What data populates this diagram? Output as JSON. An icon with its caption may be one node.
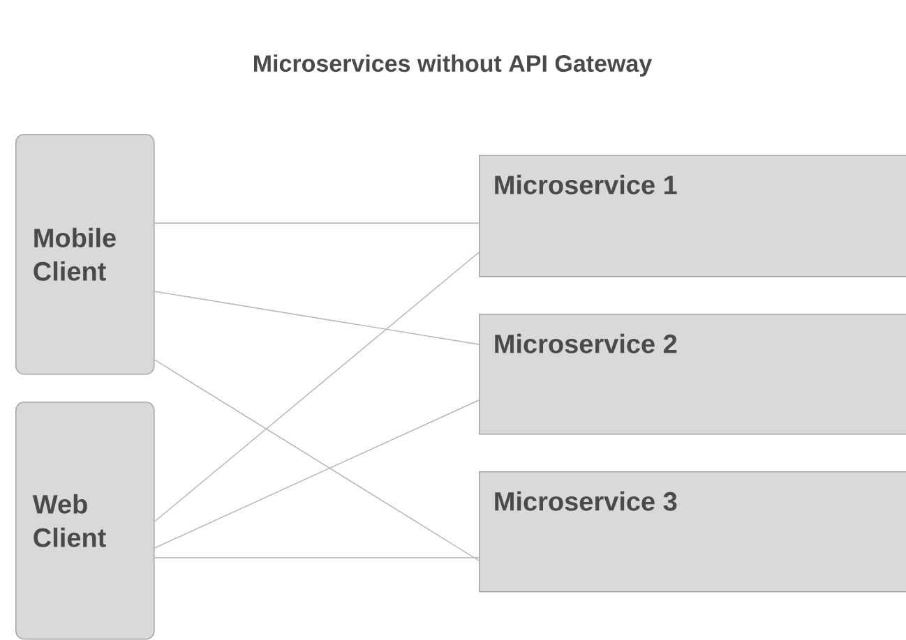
{
  "diagram": {
    "title": "Microservices without API Gateway",
    "nodes": [
      {
        "text": [
          "Mobile Client"
        ]
      },
      {
        "text": [
          "Web Client"
        ]
      },
      {
        "text": [
          "Microservice 1"
        ]
      },
      {
        "text": [
          "Microservice 2"
        ]
      },
      {
        "text": [
          "Microservice 3"
        ]
      }
    ],
    "edges": [
      {
        "from": 0,
        "to": 2,
        "arrow": "none"
      },
      {
        "from": 0,
        "to": 3,
        "arrow": "none"
      },
      {
        "from": 0,
        "to": 4,
        "arrow": "none"
      },
      {
        "from": 1,
        "to": 2,
        "arrow": "none"
      },
      {
        "from": 1,
        "to": 3,
        "arrow": "none"
      },
      {
        "from": 1,
        "to": 4,
        "arrow": "none"
      }
    ]
  }
}
